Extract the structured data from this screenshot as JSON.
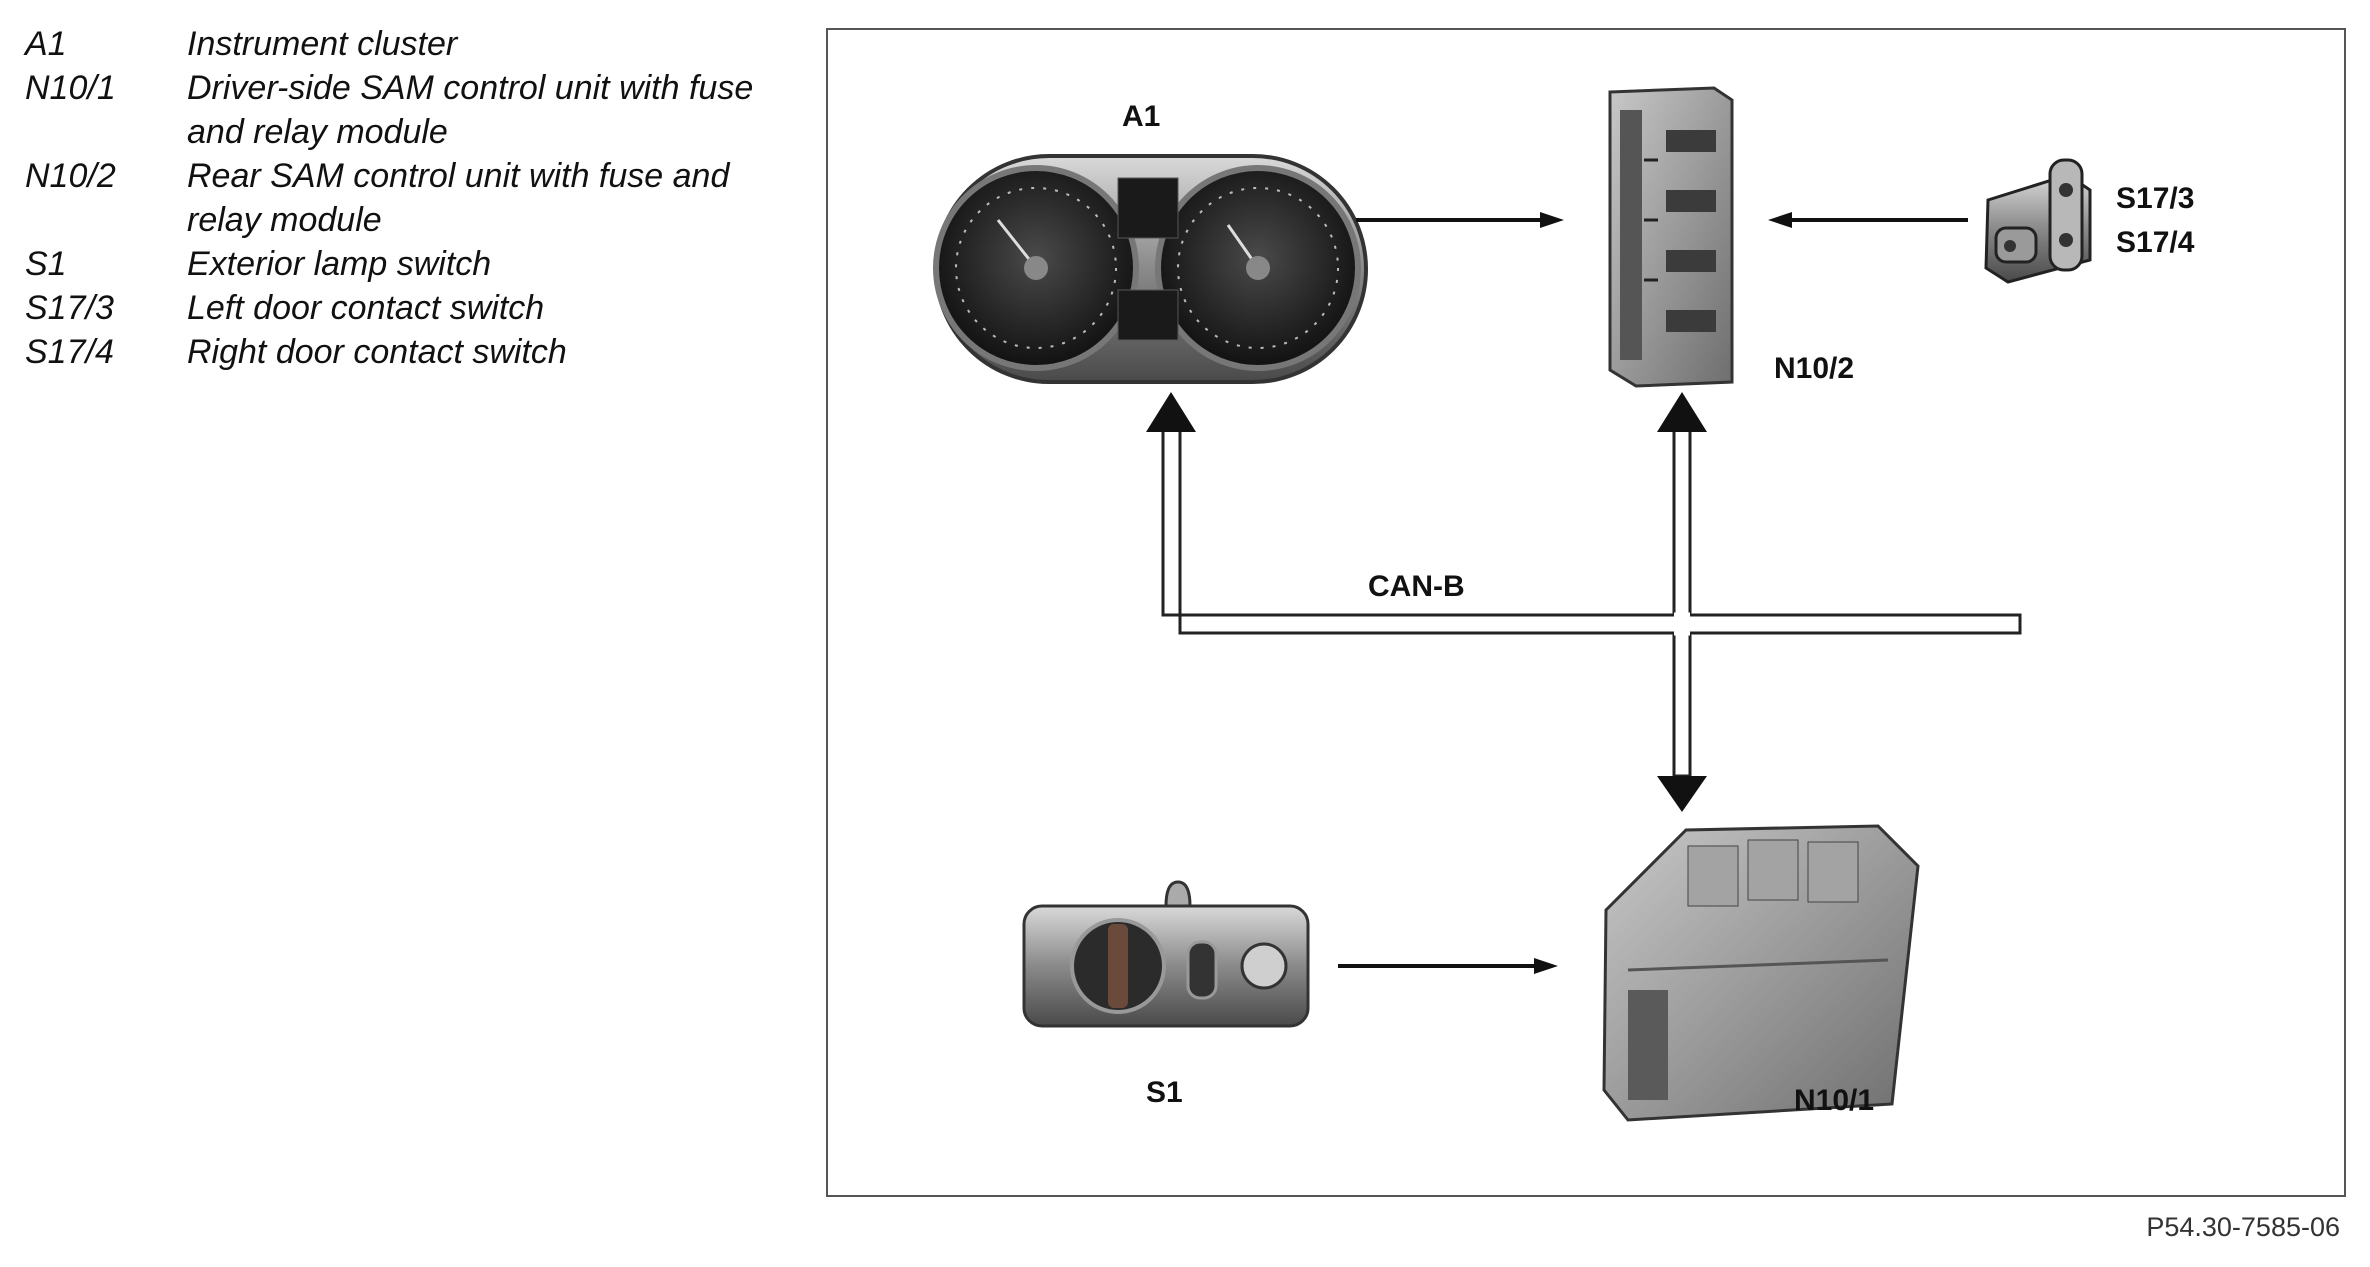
{
  "legend": [
    {
      "code": "A1",
      "desc": "Instrument cluster"
    },
    {
      "code": "N10/1",
      "desc": "Driver-side SAM control unit with fuse and relay module"
    },
    {
      "code": "N10/2",
      "desc": "Rear SAM control unit with fuse and relay module"
    },
    {
      "code": "S1",
      "desc": "Exterior lamp switch"
    },
    {
      "code": "S17/3",
      "desc": "Left door contact switch"
    },
    {
      "code": "S17/4",
      "desc": "Right door contact switch"
    }
  ],
  "diagram": {
    "labels": {
      "a1": "A1",
      "n10_2": "N10/2",
      "s17_3": "S17/3",
      "s17_4": "S17/4",
      "can_b": "CAN-B",
      "s1": "S1",
      "n10_1": "N10/1"
    }
  },
  "figure_ref": "P54.30-7585-06"
}
